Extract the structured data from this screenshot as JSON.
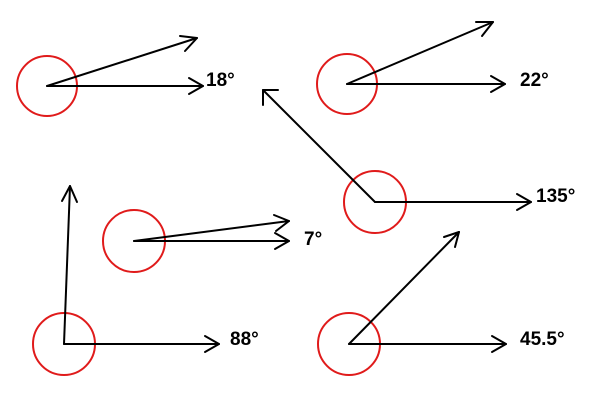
{
  "colors": {
    "circle": "#e01b1b",
    "line": "#000000",
    "background": "#ffffff"
  },
  "angles": [
    {
      "id": "angle-18",
      "label": "18°",
      "degrees": 18
    },
    {
      "id": "angle-22",
      "label": "22°",
      "degrees": 22
    },
    {
      "id": "angle-135",
      "label": "135°",
      "degrees": 135
    },
    {
      "id": "angle-7",
      "label": "7°",
      "degrees": 7
    },
    {
      "id": "angle-88",
      "label": "88°",
      "degrees": 88
    },
    {
      "id": "angle-45-5",
      "label": "45.5°",
      "degrees": 45.5
    }
  ]
}
